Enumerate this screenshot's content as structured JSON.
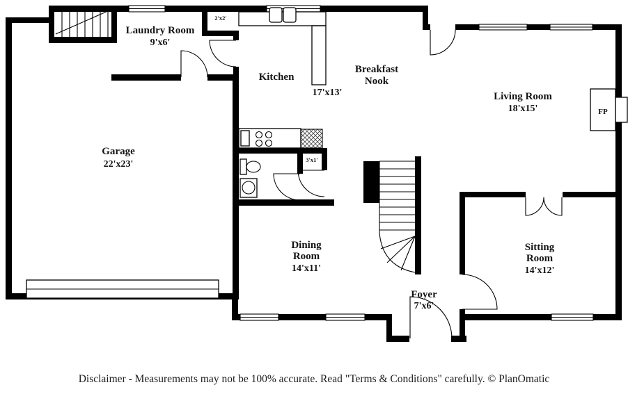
{
  "plan": {
    "rooms": {
      "garage": {
        "name": "Garage",
        "dims": "22'x23'"
      },
      "laundry": {
        "name": "Laundry Room",
        "dims": "9'x6'"
      },
      "kitchen": {
        "name": "Kitchen",
        "dims": "17'x13'"
      },
      "breakfast_nook": {
        "line1": "Breakfast",
        "line2": "Nook"
      },
      "living_room": {
        "name": "Living Room",
        "dims": "18'x15'"
      },
      "dining_room": {
        "line1": "Dining",
        "line2": "Room",
        "dims": "14'x11'"
      },
      "sitting_room": {
        "line1": "Sitting",
        "line2": "Room",
        "dims": "14'x12'"
      },
      "foyer": {
        "name": "Foyer",
        "dims": "7'x6'"
      }
    },
    "labels": {
      "closet_2x2": "2'x2'",
      "closet_3x1": "3'x1'",
      "fireplace": "FP"
    }
  },
  "footer": {
    "disclaimer": "Disclaimer - Measurements may not be 100% accurate. Read \"Terms & Conditions\" carefully. © PlanOmatic"
  },
  "colors": {
    "wall": "#000000",
    "background": "#ffffff",
    "text": "#141414"
  }
}
